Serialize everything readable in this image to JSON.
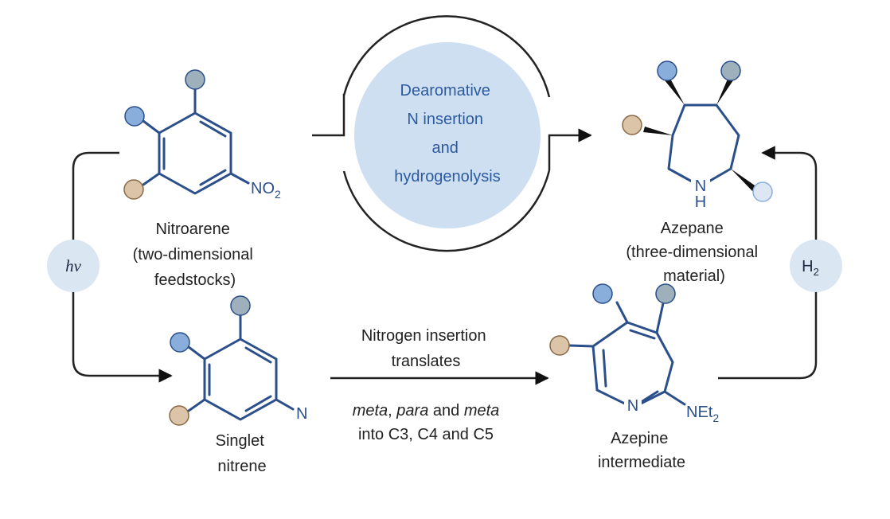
{
  "colors": {
    "ring": "#2b4f8a",
    "center_circle": "#cfdff2",
    "badge": "#dbe6f3",
    "sub_blue": "#8aaedb",
    "sub_gray": "#9fb0bd",
    "sub_tan": "#dcc4a9",
    "sub_lightblue": "#dde7f3"
  },
  "nitroarene": {
    "group": "NO",
    "group_sub": "2",
    "name_lines": [
      "Nitroarene",
      "(two-dimensional",
      "feedstocks)"
    ]
  },
  "nitrene": {
    "atom": "N",
    "name_lines": [
      "Singlet",
      "nitrene"
    ]
  },
  "azepane": {
    "atom": "N",
    "atom_h": "H",
    "name_lines": [
      "Azepane",
      "(three-dimensional",
      "material)"
    ]
  },
  "azepine": {
    "atom": "N",
    "group": "NEt",
    "group_sub": "2",
    "name_lines": [
      "Azepine",
      "intermediate"
    ]
  },
  "center": {
    "lines": [
      "Dearomative",
      "N insertion",
      "and",
      "hydrogenolysis"
    ]
  },
  "light_badge": {
    "label": "hν"
  },
  "h2_badge": {
    "label": "H",
    "label_sub": "2"
  },
  "middle_arrow": {
    "top_lines": [
      "Nitrogen insertion",
      "translates"
    ],
    "bottom_line1": [
      {
        "text": "meta",
        "italic": true
      },
      {
        "text": ", ",
        "italic": false
      },
      {
        "text": "para",
        "italic": true
      },
      {
        "text": " and ",
        "italic": false
      },
      {
        "text": "meta",
        "italic": true
      }
    ],
    "bottom_line2": "into C3, C4 and C5"
  }
}
